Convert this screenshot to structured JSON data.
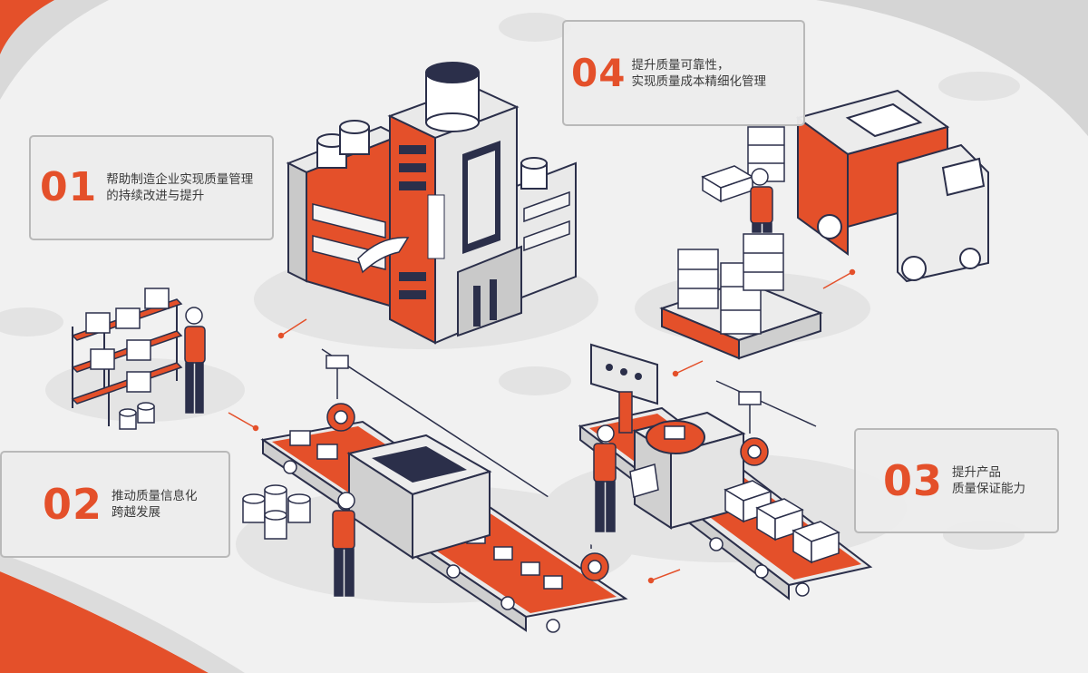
{
  "colors": {
    "accent": "#e4502a",
    "dark": "#2b2f4a",
    "light_gray": "#e6e6e6",
    "mid_gray": "#b9b9b9",
    "background": "#f1f1f1"
  },
  "callouts": [
    {
      "number": "01",
      "lines": [
        "帮助制造企业实现质量管理",
        "的持续改进与提升"
      ]
    },
    {
      "number": "02",
      "lines": [
        "推动质量信息化",
        "跨越发展"
      ]
    },
    {
      "number": "03",
      "lines": [
        "提升产品",
        "质量保证能力"
      ]
    },
    {
      "number": "04",
      "lines": [
        "提升质量可靠性，",
        "实现质量成本精细化管理"
      ]
    }
  ]
}
